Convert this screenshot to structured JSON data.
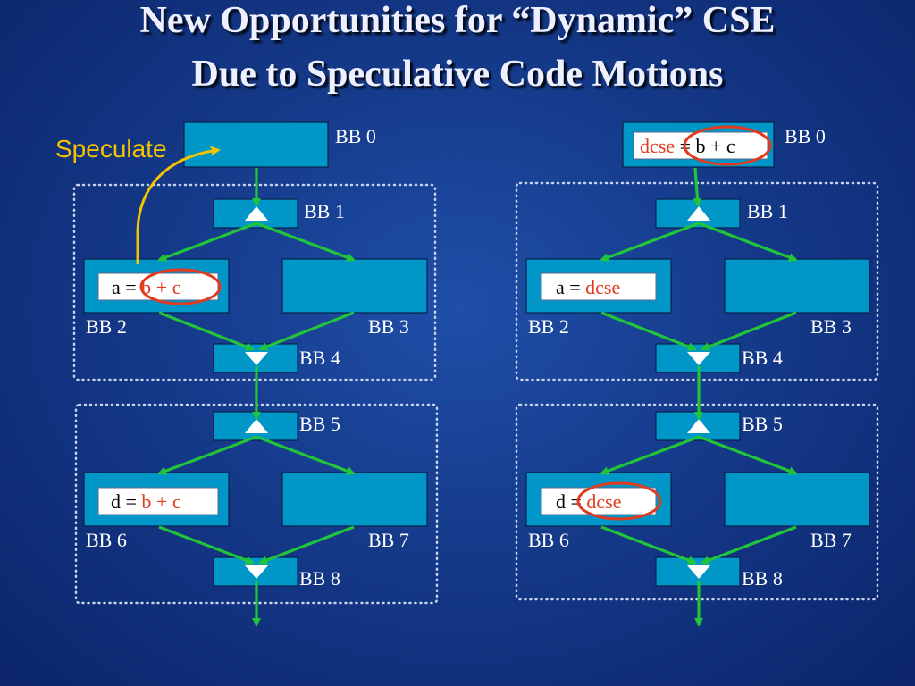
{
  "slide": {
    "title_line1": "New Opportunities for “Dynamic” CSE",
    "title_line2": "Due to Speculative Code Motions",
    "speculate_label": "Speculate"
  },
  "blocks": {
    "bb0": "BB 0",
    "bb1": "BB 1",
    "bb2": "BB 2",
    "bb3": "BB 3",
    "bb4": "BB 4",
    "bb5": "BB 5",
    "bb6": "BB 6",
    "bb7": "BB 7",
    "bb8": "BB 8"
  },
  "left_cfg": {
    "bb2_lhs": "a = ",
    "bb2_expr": "b + c",
    "bb6_lhs": "d = ",
    "bb6_expr": "b + c"
  },
  "right_cfg": {
    "bb0_var": "dcse",
    "bb0_rest": " = b + c",
    "bb2_lhs": "a = ",
    "bb2_var": "dcse",
    "bb6_lhs": "d = ",
    "bb6_var": "dcse"
  },
  "colors": {
    "block": "#0096c8",
    "edge": "#22c43a",
    "highlight": "#e23a1e",
    "speculate": "#f5c400",
    "background": "#153a8a"
  }
}
